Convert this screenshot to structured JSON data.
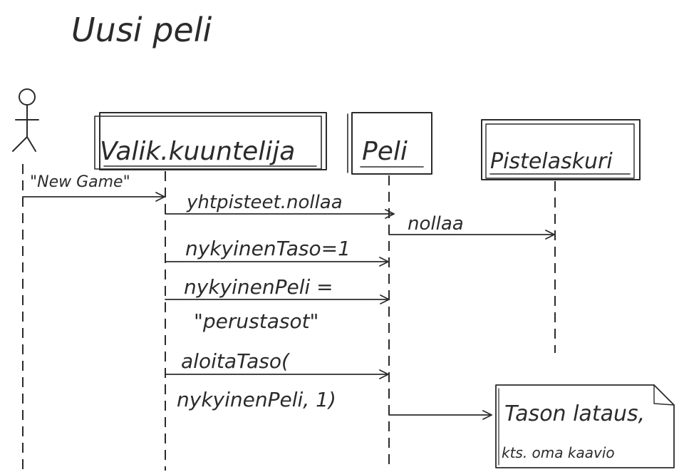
{
  "title": "Uusi peli",
  "actor": {
    "icon": "stick-figure-icon"
  },
  "objects": [
    {
      "id": "valikko",
      "label": "Valik.kuuntelija"
    },
    {
      "id": "peli",
      "label": "Peli"
    },
    {
      "id": "pistelaskuri",
      "label": "Pistelaskuri"
    }
  ],
  "messages": [
    {
      "from": "actor",
      "to": "valikko",
      "lines": [
        "\"New Game\""
      ]
    },
    {
      "from": "valikko",
      "to": "peli",
      "lines": [
        "yhtpisteet.nollaa"
      ]
    },
    {
      "from": "peli",
      "to": "pistelaskuri",
      "lines": [
        "nollaa"
      ]
    },
    {
      "from": "valikko",
      "to": "peli",
      "lines": [
        "nykyinenTaso=1"
      ]
    },
    {
      "from": "valikko",
      "to": "peli",
      "lines": [
        "nykyinenPeli =",
        "\"perustasot\""
      ]
    },
    {
      "from": "valikko",
      "to": "peli",
      "lines": [
        "aloitaTaso(",
        "nykyinenPeli, 1)"
      ]
    },
    {
      "from": "peli",
      "to": "note",
      "lines": []
    }
  ],
  "note": {
    "line1": "Tason lataus,",
    "line2": "kts. oma kaavio"
  },
  "colors": {
    "ink": "#2b2b2b",
    "background": "#ffffff"
  }
}
